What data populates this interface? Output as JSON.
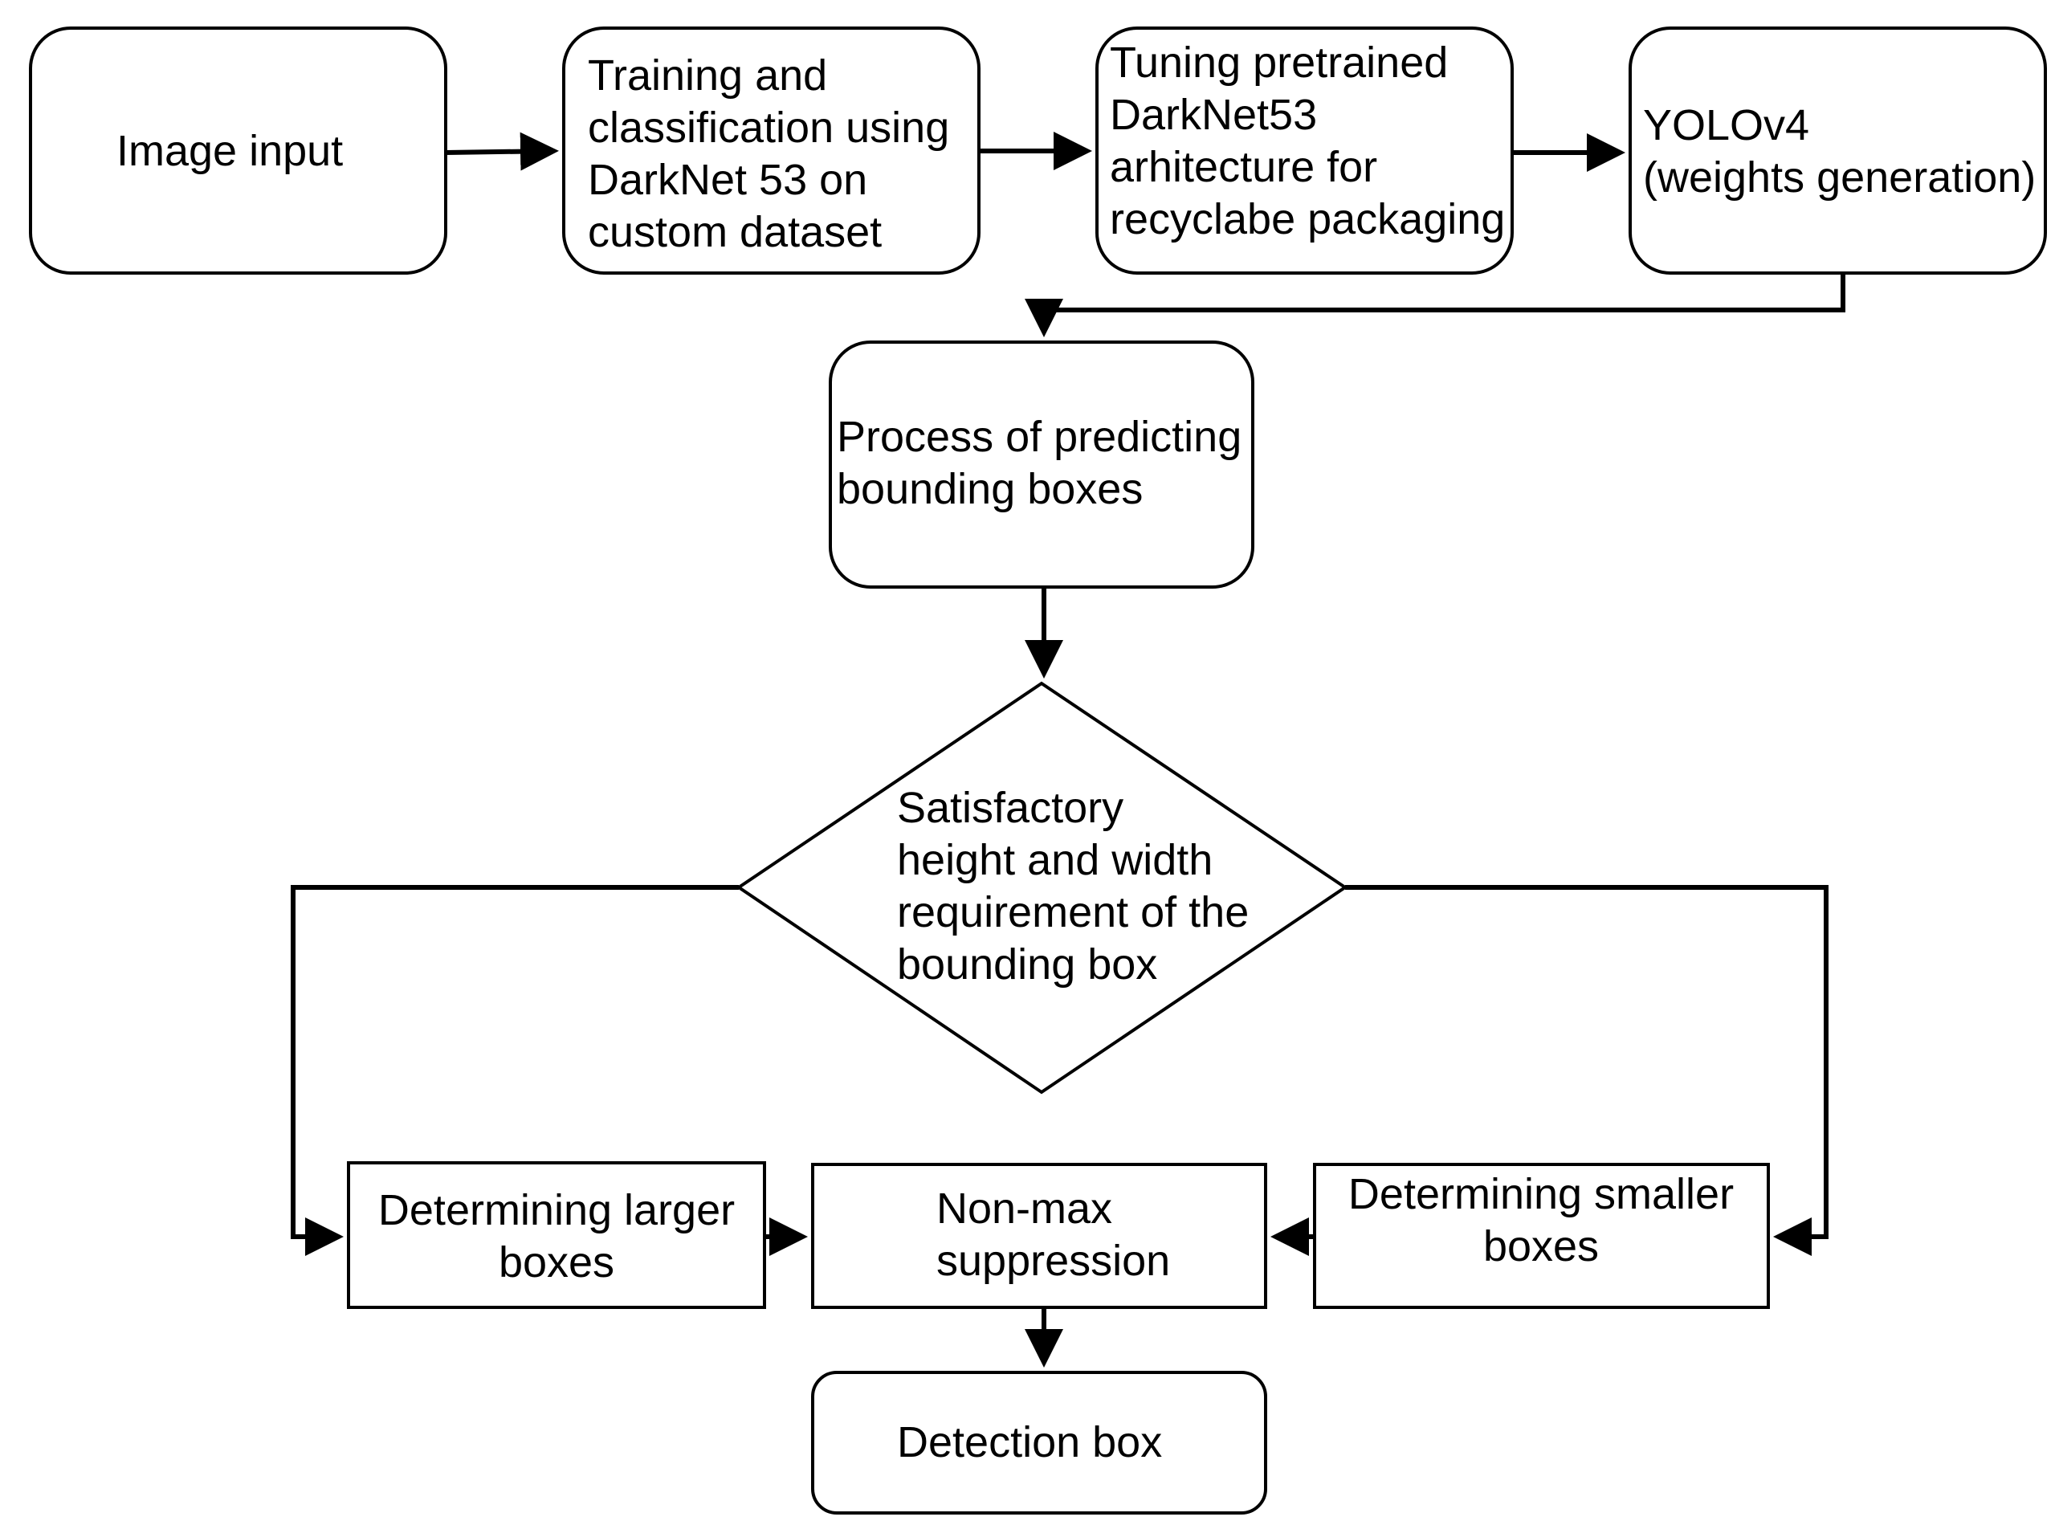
{
  "nodes": {
    "image_input": "Image input",
    "training": "Training and\nclassification using\nDarkNet 53 on\ncustom dataset",
    "tuning": "Tuning pretrained\nDarkNet53\narhitecture for\nrecyclabe packaging",
    "yolo": "YOLOv4\n(weights generation)",
    "predicting": "Process of predicting\nbounding boxes",
    "decision": "Satisfactory\nheight and width\nrequirement of the\nbounding box",
    "larger": "Determining larger\nboxes",
    "nms": "Non-max\nsuppression",
    "smaller": "Determining smaller\nboxes",
    "detection": "Detection box"
  },
  "colors": {
    "line": "#000000",
    "fill": "#ffffff"
  }
}
